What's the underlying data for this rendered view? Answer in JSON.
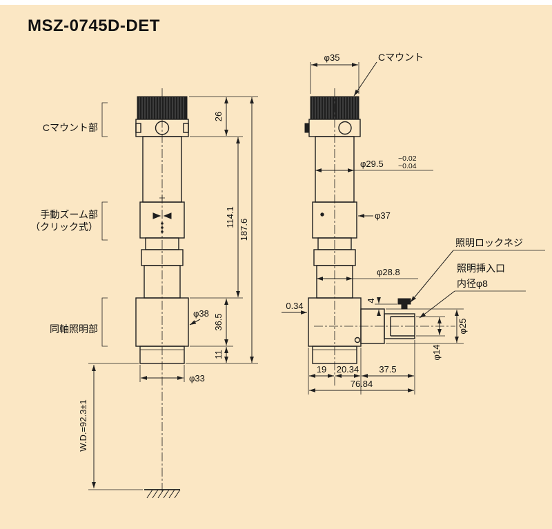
{
  "title": "MSZ-0745D-DET",
  "colors": {
    "background": "#fbe7c4",
    "line": "#1f1f1f"
  },
  "left_view": {
    "labels": {
      "c_mount_section": "Cマウント部",
      "zoom_section_line1": "手動ズーム部",
      "zoom_section_line2": "（クリック式）",
      "illumination_section": "同軸照明部"
    },
    "dims": {
      "d26": "26",
      "d114_1": "114.1",
      "d187_6": "187.6",
      "d36_5": "36.5",
      "d11": "11",
      "phi38": "φ38",
      "phi33": "φ33",
      "wd": "W.D.=92.3±1"
    }
  },
  "right_view": {
    "labels": {
      "c_mount": "Cマウント",
      "lock_screw": "照明ロックネジ",
      "insertion_port_line1": "照明挿入口",
      "insertion_port_line2": "内径φ8"
    },
    "dims": {
      "phi35": "φ35",
      "phi29_5": "φ29.5",
      "tol_upper": "−0.02",
      "tol_lower": "−0.04",
      "phi37": "φ37",
      "phi28_8": "φ28.8",
      "d0_34": "0.34",
      "d4": "4",
      "phi25": "φ25",
      "phi14": "φ14",
      "d19": "19",
      "d20_34": "20.34",
      "d37_5": "37.5",
      "d76_84": "76.84"
    }
  }
}
